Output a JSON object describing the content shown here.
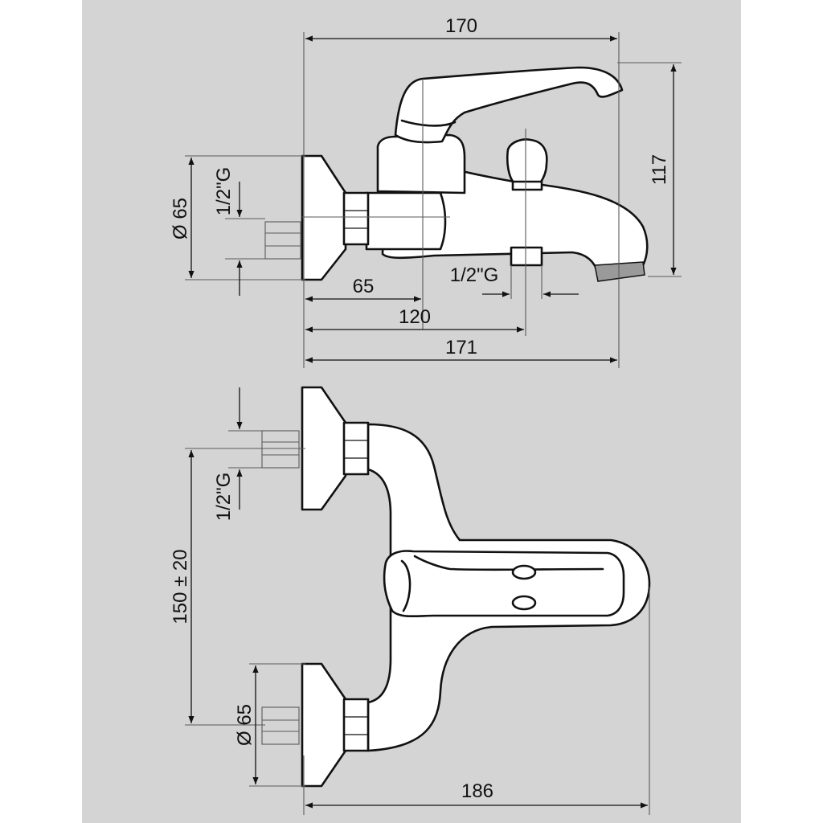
{
  "dimensions": {
    "side_width_top": "170",
    "side_height": "117",
    "side_flange_diameter": "Ø 65",
    "side_inlet_thread": "1/2\"G",
    "side_outlet_thread": "1/2\"G",
    "side_to_handle": "65",
    "side_to_outlet": "120",
    "side_total": "171",
    "top_inlet_thread": "1/2\"G",
    "top_center_distance": "150 ± 20",
    "top_flange_diameter": "Ø 65",
    "top_depth": "186"
  },
  "colors": {
    "sheet_background": "#d4d4d4",
    "line": "#111111",
    "body_fill": "#ffffff"
  }
}
